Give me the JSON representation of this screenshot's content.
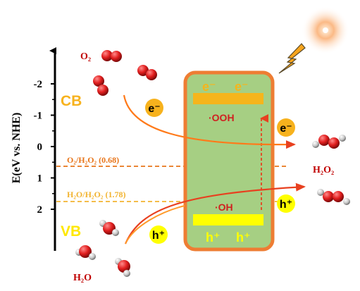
{
  "axis": {
    "label": "E(eV vs. NHE)",
    "ticks": [
      "-2",
      "-1",
      "0",
      "1",
      "2"
    ]
  },
  "band_labels": {
    "cb": "CB",
    "vb": "VB"
  },
  "levels": {
    "o2_h2o2": {
      "label": "O₂/H₂O₂ (0.68)",
      "value": 0.68,
      "color": "#e8751a"
    },
    "h2o_h2o2": {
      "label": "H₂O/H₂O₂ (1.78)",
      "value": 1.78,
      "color": "#f2b431"
    }
  },
  "catalyst": {
    "cb_carriers": [
      "e⁻",
      "e⁻"
    ],
    "vb_carriers": [
      "h⁺",
      "h⁺"
    ],
    "cb_radical": "·OOH",
    "vb_radical": "·OH",
    "colors": {
      "body": "#a6cf83",
      "border": "#ee7d33",
      "cb_band": "#f5b51c",
      "vb_band": "#ffff00"
    }
  },
  "molecules": {
    "o2_label": "O₂",
    "h2o2_label": "H₂O₂",
    "h2o_label": "H₂O"
  },
  "charges": {
    "electron": "e⁻",
    "hole": "h⁺"
  },
  "colors": {
    "electron_circle": "#f7b21d",
    "hole_circle": "#ffff00",
    "arrow": "#ff7a1a",
    "red_arrow": "#e8401f",
    "molecule_red": "#e11e1e",
    "label_red": "#c00000"
  }
}
